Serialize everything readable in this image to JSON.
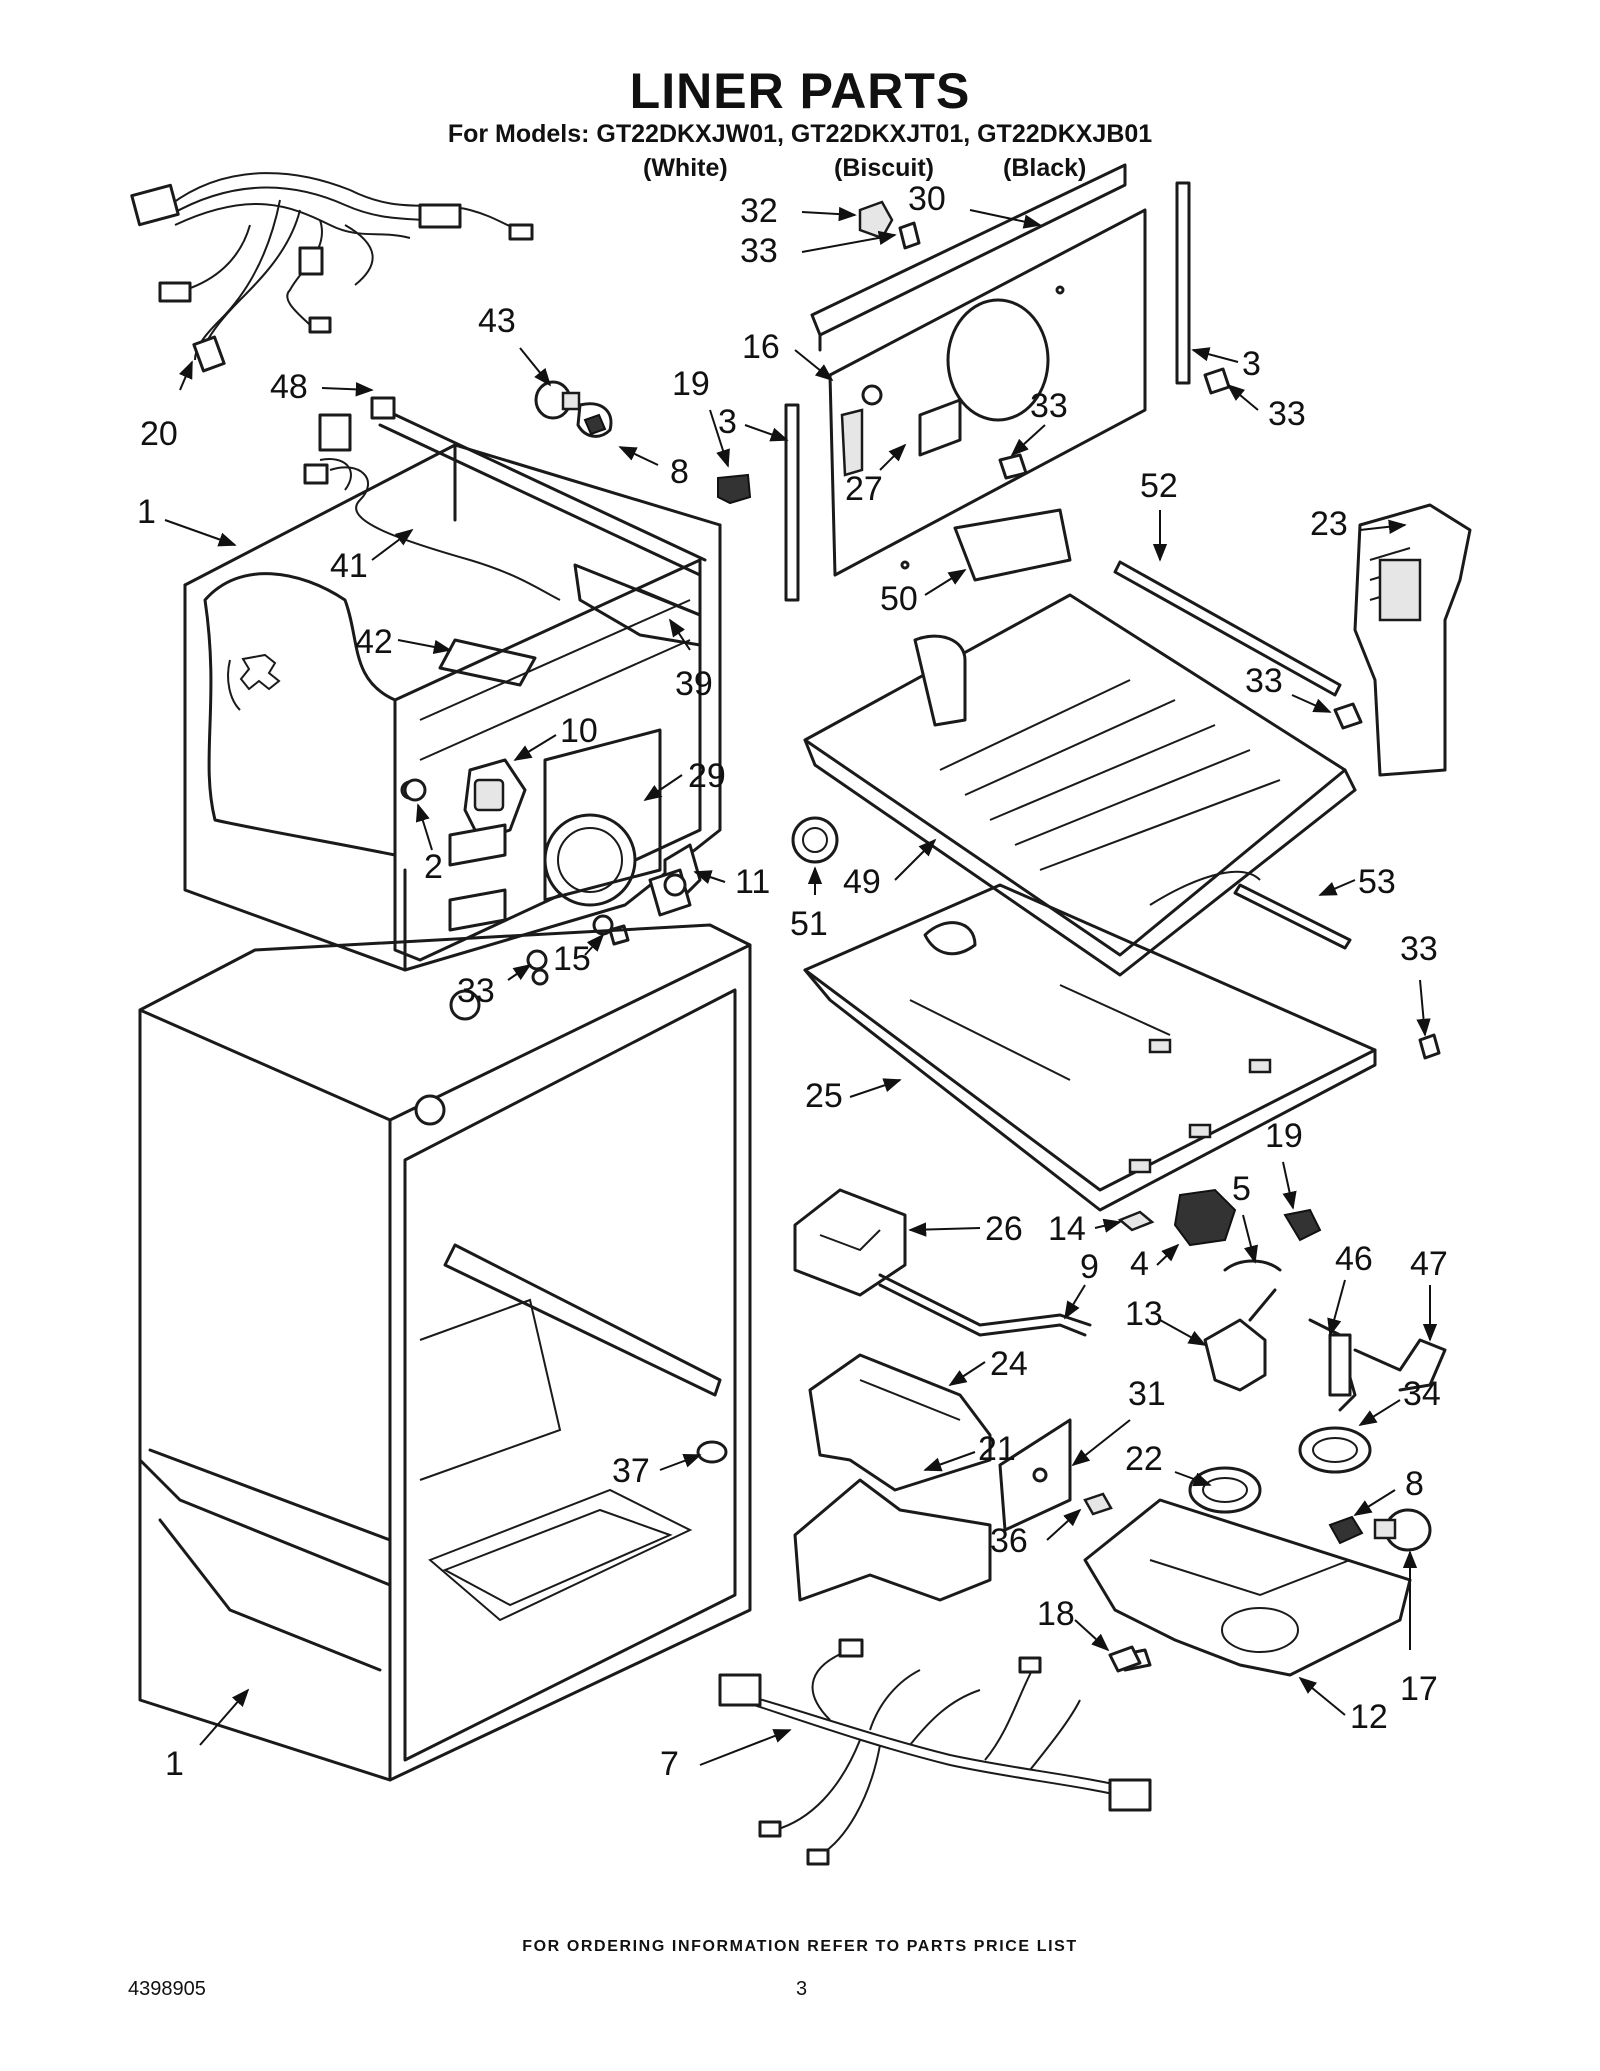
{
  "header": {
    "title": "LINER PARTS",
    "models_line": "For Models: GT22DKXJW01, GT22DKXJT01, GT22DKXJB01",
    "colors": [
      "(White)",
      "(Biscuit)",
      "(Black)"
    ]
  },
  "callouts": [
    {
      "id": "c20",
      "label": "20"
    },
    {
      "id": "c48",
      "label": "48"
    },
    {
      "id": "c43",
      "label": "43"
    },
    {
      "id": "c8a",
      "label": "8"
    },
    {
      "id": "c19a",
      "label": "19"
    },
    {
      "id": "c3a",
      "label": "3"
    },
    {
      "id": "c32",
      "label": "32"
    },
    {
      "id": "c30",
      "label": "30"
    },
    {
      "id": "c33a",
      "label": "33"
    },
    {
      "id": "c16",
      "label": "16"
    },
    {
      "id": "c3b",
      "label": "3"
    },
    {
      "id": "c33b",
      "label": "33"
    },
    {
      "id": "c33c",
      "label": "33"
    },
    {
      "id": "c27",
      "label": "27"
    },
    {
      "id": "c1a",
      "label": "1"
    },
    {
      "id": "c41",
      "label": "41"
    },
    {
      "id": "c42",
      "label": "42"
    },
    {
      "id": "c39",
      "label": "39"
    },
    {
      "id": "c52",
      "label": "52"
    },
    {
      "id": "c23",
      "label": "23"
    },
    {
      "id": "c50",
      "label": "50"
    },
    {
      "id": "c33d",
      "label": "33"
    },
    {
      "id": "c10",
      "label": "10"
    },
    {
      "id": "c29",
      "label": "29"
    },
    {
      "id": "c2",
      "label": "2"
    },
    {
      "id": "c11",
      "label": "11"
    },
    {
      "id": "c51",
      "label": "51"
    },
    {
      "id": "c49",
      "label": "49"
    },
    {
      "id": "c53",
      "label": "53"
    },
    {
      "id": "c33e",
      "label": "33"
    },
    {
      "id": "c15",
      "label": "15"
    },
    {
      "id": "c33f",
      "label": "33"
    },
    {
      "id": "c25",
      "label": "25"
    },
    {
      "id": "c19b",
      "label": "19"
    },
    {
      "id": "c5",
      "label": "5"
    },
    {
      "id": "c26",
      "label": "26"
    },
    {
      "id": "c14",
      "label": "14"
    },
    {
      "id": "c4",
      "label": "4"
    },
    {
      "id": "c46",
      "label": "46"
    },
    {
      "id": "c47",
      "label": "47"
    },
    {
      "id": "c9",
      "label": "9"
    },
    {
      "id": "c13",
      "label": "13"
    },
    {
      "id": "c24",
      "label": "24"
    },
    {
      "id": "c31",
      "label": "31"
    },
    {
      "id": "c34",
      "label": "34"
    },
    {
      "id": "c37",
      "label": "37"
    },
    {
      "id": "c21",
      "label": "21"
    },
    {
      "id": "c22",
      "label": "22"
    },
    {
      "id": "c8b",
      "label": "8"
    },
    {
      "id": "c36",
      "label": "36"
    },
    {
      "id": "c18",
      "label": "18"
    },
    {
      "id": "c12",
      "label": "12"
    },
    {
      "id": "c17",
      "label": "17"
    },
    {
      "id": "c1b",
      "label": "1"
    },
    {
      "id": "c7",
      "label": "7"
    }
  ],
  "footer": {
    "ordering_note": "FOR ORDERING INFORMATION REFER TO PARTS PRICE LIST",
    "document_number": "4398905",
    "page_number": "3"
  }
}
